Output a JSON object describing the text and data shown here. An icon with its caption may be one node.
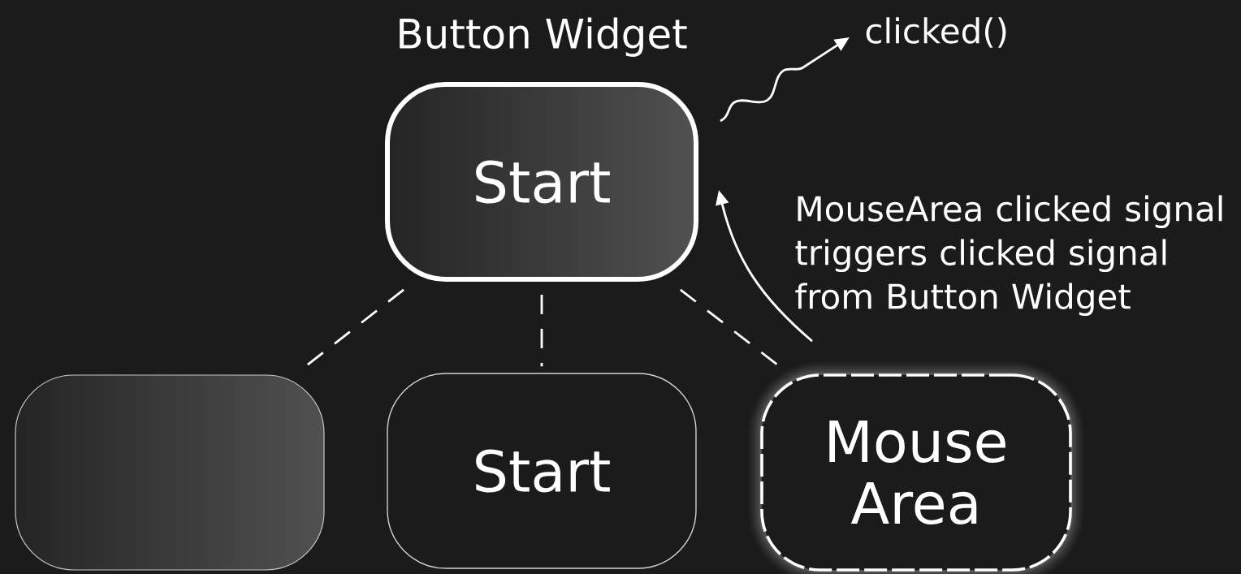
{
  "diagram": {
    "nodes": [
      {
        "text": [
          "Button Widget",
          "Start"
        ]
      },
      {
        "text": [],
        "shape": "box"
      },
      {
        "text": [
          "Start"
        ]
      },
      {
        "text": [
          "Mouse Area"
        ]
      },
      {
        "text": [
          "clicked()"
        ]
      }
    ],
    "edges": [
      {
        "from": 0,
        "to": 1,
        "arrow": "none",
        "style": "dashed"
      },
      {
        "from": 0,
        "to": 2,
        "arrow": "none",
        "style": "dashed"
      },
      {
        "from": 0,
        "to": 3,
        "arrow": "none",
        "style": "dashed"
      },
      {
        "from": 3,
        "to": 0,
        "arrow": "to",
        "label": "MouseArea clicked signal triggers clicked signal from Button Widget"
      },
      {
        "from": 0,
        "to": 4,
        "arrow": "to"
      }
    ]
  }
}
